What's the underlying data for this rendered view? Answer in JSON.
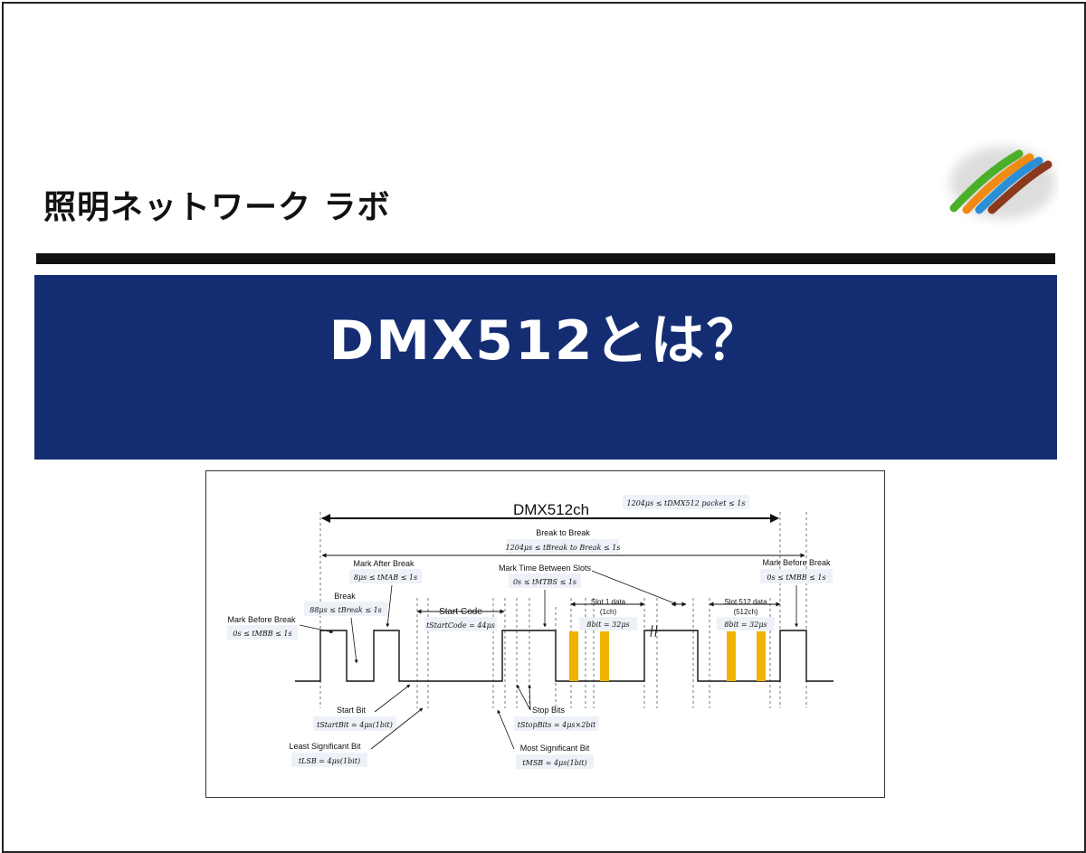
{
  "header": {
    "brand_title": "照明ネットワーク ラボ"
  },
  "banner": {
    "title": "DMX512とは？"
  },
  "diagram": {
    "headline": "DMX512ch",
    "labels": {
      "packet_eq": "1204μs ≤ tDMX512 packet ≤ 1s",
      "break_to_break": "Break to Break",
      "break_to_break_eq": "1204μs ≤ tBreak to Break ≤ 1s",
      "mab": "Mark After Break",
      "mab_eq": "8μs ≤ tMAB ≤ 1s",
      "mtbs": "Mark Time Between Slots",
      "mtbs_eq": "0s ≤ tMTBS ≤ 1s",
      "mbb_right": "Mark Before Break",
      "mbb_right_eq": "0s ≤ tMBB ≤ 1s",
      "break": "Break",
      "break_eq": "88μs ≤ tBreak ≤ 1s",
      "start_code": "Start Code",
      "start_code_eq": "tStartCode = 44μs",
      "slot1": "Slot 1 data",
      "slot1_sub": "(1ch)",
      "slot1_eq": "8bit = 32μs",
      "slot512": "Slot 512 data",
      "slot512_sub": "(512ch)",
      "slot512_eq": "8bit = 32μs",
      "mbb_left": "Mark Before Break",
      "mbb_left_eq": "0s ≤ tMBB ≤ 1s",
      "start_bit": "Start Bit",
      "start_bit_eq": "tStartBit = 4μs(1bit)",
      "stop_bits": "Stop Bits",
      "stop_bits_eq": "tStopBits = 4μs×2bit",
      "lsb": "Least Significant Bit",
      "lsb_eq": "tLSB = 4μs(1bit)",
      "msb": "Most Significant Bit",
      "msb_eq": "tMSB = 4μs(1bit)"
    }
  },
  "colors": {
    "banner_bg": "#142d72",
    "data_bit": "#f0b400",
    "logo_stripes": [
      "#4caf2a",
      "#f08a12",
      "#2a8fd6",
      "#8b3a1e"
    ]
  }
}
